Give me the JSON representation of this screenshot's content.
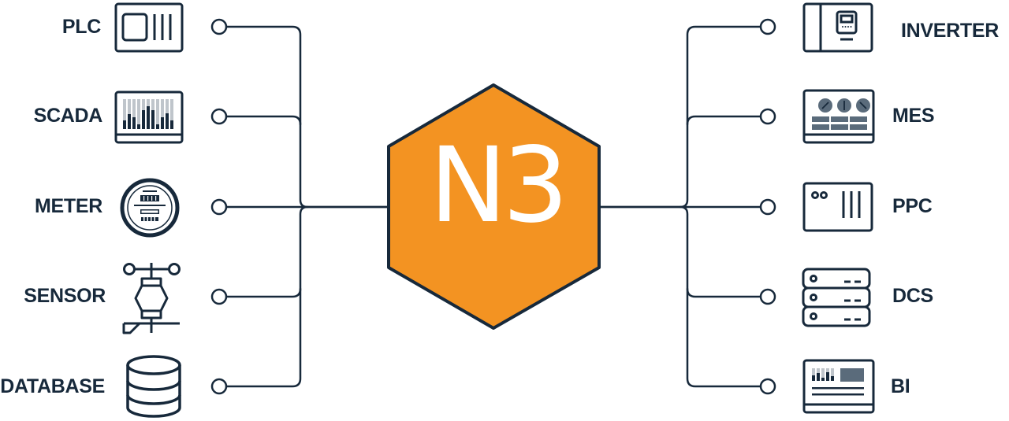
{
  "diagram": {
    "hub": {
      "label": "N3",
      "fill": "#F39322",
      "stroke": "#17293B",
      "text_color": "#FFFFFF"
    },
    "line_color": "#17293B",
    "left_nodes": [
      {
        "label": "PLC",
        "icon": "plc-icon"
      },
      {
        "label": "SCADA",
        "icon": "scada-chart-icon"
      },
      {
        "label": "METER",
        "icon": "meter-icon"
      },
      {
        "label": "SENSOR",
        "icon": "weather-sensor-icon"
      },
      {
        "label": "DATABASE",
        "icon": "database-icon"
      }
    ],
    "right_nodes": [
      {
        "label": "INVERTER",
        "icon": "inverter-icon"
      },
      {
        "label": "MES",
        "icon": "mes-panel-icon"
      },
      {
        "label": "PPC",
        "icon": "ppc-icon"
      },
      {
        "label": "DCS",
        "icon": "server-rack-icon"
      },
      {
        "label": "BI",
        "icon": "bi-dashboard-icon"
      }
    ]
  }
}
